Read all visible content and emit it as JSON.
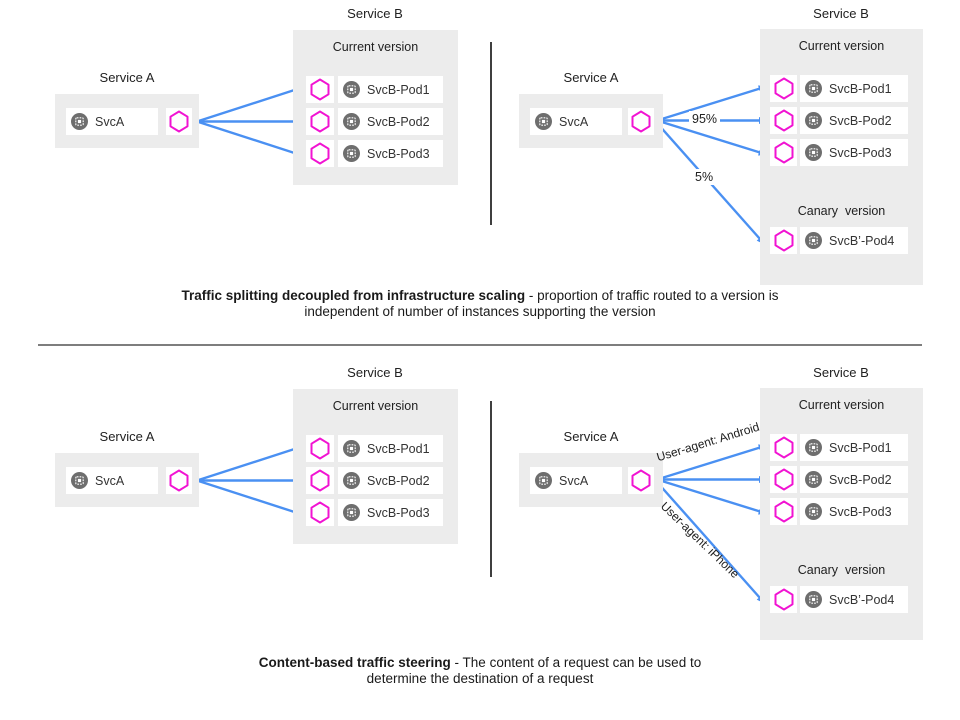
{
  "colors": {
    "arrow_blue": "#4A90F2",
    "hexagon_magenta": "#F113D2",
    "panel_gray": "#ECECEC",
    "pod_icon_gray": "#6E6E6E"
  },
  "labels": {
    "service_a": "Service A",
    "service_b": "Service B",
    "current_version": "Current version",
    "canary_version": "Canary  version",
    "svca": "SvcA",
    "pod1": "SvcB-Pod1",
    "pod2": "SvcB-Pod2",
    "pod3": "SvcB-Pod3",
    "pod4": "SvcB’-Pod4"
  },
  "edge_labels": {
    "percent_current": "95%",
    "percent_canary": "5%",
    "ua_android": "User-agent: Android",
    "ua_iphone": "User-agent: iPhone"
  },
  "captions": {
    "top": {
      "bold": "Traffic splitting decoupled from infrastructure scaling",
      "rest": " - proportion of traffic routed to a version is",
      "line2": "independent of number of instances supporting the version"
    },
    "bottom": {
      "bold": "Content-based traffic steering",
      "rest": " - The content of a request can be used to",
      "line2": "determine the destination of a request"
    }
  }
}
